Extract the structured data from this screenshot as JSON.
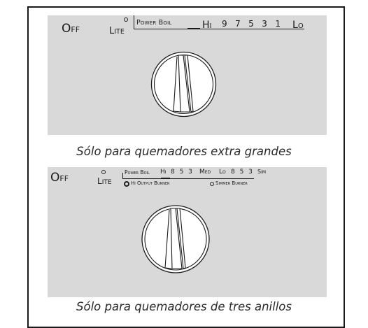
{
  "panel1": {
    "off_initial": "O",
    "off_rest": "FF",
    "lite_initial": "L",
    "lite_rest": "ITE",
    "power_boil": "Power Boil",
    "hi_initial": "H",
    "hi_rest": "I",
    "numbers": "9   7   5   3   1",
    "lo_initial": "L",
    "lo_rest": "O",
    "caption": "Sólo para quemadores extra grandes"
  },
  "panel2": {
    "off_initial": "O",
    "off_rest": "FF",
    "lite_initial": "L",
    "lite_rest": "ITE",
    "power_boil": "Power Boil",
    "hi": "Hi",
    "hi_numbers": "8 5 3",
    "med": "Med",
    "lo": "Lo",
    "lo_numbers": "8 5 3",
    "sim": "Sim",
    "hi_output": "Hi Output Burner",
    "simmer": "Simmer Burner",
    "caption": "Sólo para quemadores de tres anillos"
  }
}
